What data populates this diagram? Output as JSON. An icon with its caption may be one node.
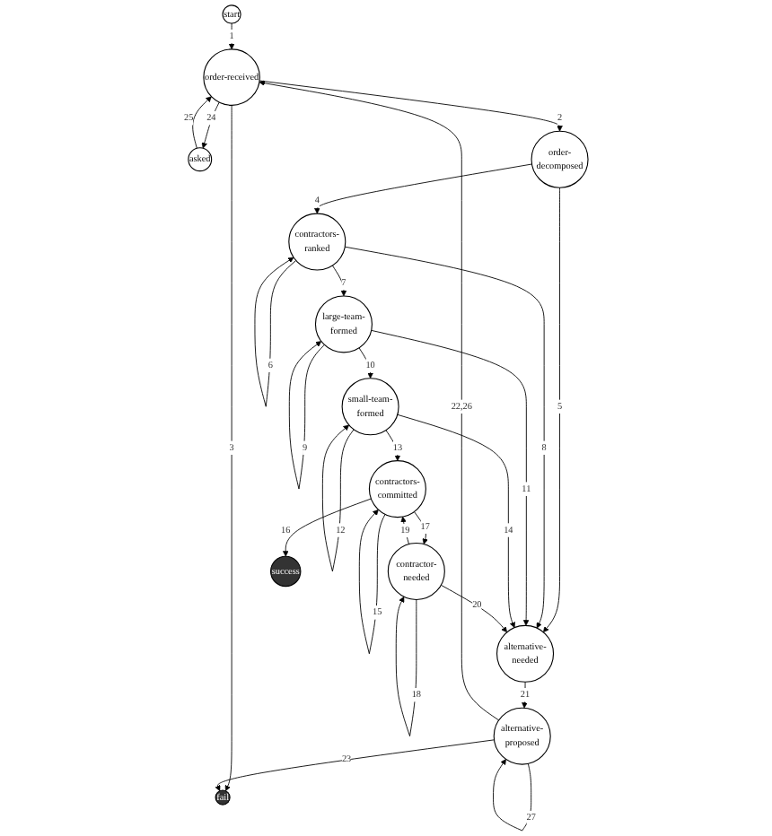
{
  "diagram": {
    "nodes": [
      {
        "text": [
          "start"
        ]
      },
      {
        "text": [
          "asked"
        ]
      },
      {
        "text": [
          "fail"
        ]
      },
      {
        "text": [
          "order-received"
        ]
      },
      {
        "text": [
          "alternative-proposed"
        ]
      },
      {
        "text": [
          "order-decomposed"
        ]
      },
      {
        "text": [
          "contractors-ranked"
        ]
      },
      {
        "text": [
          "alternative-needed"
        ]
      },
      {
        "text": [
          "large-team-formed"
        ]
      },
      {
        "text": [
          "small-team-formed"
        ]
      },
      {
        "text": [
          "contractors-committed"
        ]
      },
      {
        "text": [
          "contractor-needed"
        ]
      },
      {
        "text": [
          "success"
        ]
      }
    ],
    "edges": [
      {
        "from": 0,
        "to": 3,
        "arrow": "to",
        "label": "1"
      },
      {
        "from": 3,
        "to": 5,
        "arrow": "to",
        "label": "2"
      },
      {
        "from": 3,
        "to": 2,
        "arrow": "to",
        "label": "3"
      },
      {
        "from": 5,
        "to": 6,
        "arrow": "to",
        "label": "4"
      },
      {
        "from": 5,
        "to": 7,
        "arrow": "to",
        "label": "5"
      },
      {
        "from": 6,
        "to": 6,
        "arrow": "to",
        "label": "6"
      },
      {
        "from": 6,
        "to": 8,
        "arrow": "to",
        "label": "7"
      },
      {
        "from": 6,
        "to": 7,
        "arrow": "to",
        "label": "8"
      },
      {
        "from": 8,
        "to": 8,
        "arrow": "to",
        "label": "9"
      },
      {
        "from": 8,
        "to": 9,
        "arrow": "to",
        "label": "10"
      },
      {
        "from": 8,
        "to": 7,
        "arrow": "to",
        "label": "11"
      },
      {
        "from": 9,
        "to": 9,
        "arrow": "to",
        "label": "12"
      },
      {
        "from": 9,
        "to": 10,
        "arrow": "to",
        "label": "13"
      },
      {
        "from": 9,
        "to": 7,
        "arrow": "to",
        "label": "14"
      },
      {
        "from": 10,
        "to": 10,
        "arrow": "to",
        "label": "15"
      },
      {
        "from": 10,
        "to": 12,
        "arrow": "to",
        "label": "16"
      },
      {
        "from": 10,
        "to": 11,
        "arrow": "to",
        "label": "17"
      },
      {
        "from": 11,
        "to": 11,
        "arrow": "to",
        "label": "18"
      },
      {
        "from": 11,
        "to": 10,
        "arrow": "to",
        "label": "19"
      },
      {
        "from": 11,
        "to": 7,
        "arrow": "to",
        "label": "20"
      },
      {
        "from": 7,
        "to": 4,
        "arrow": "to",
        "label": "21"
      },
      {
        "from": 4,
        "to": 3,
        "arrow": "to",
        "label": "22,26"
      },
      {
        "from": 4,
        "to": 2,
        "arrow": "to",
        "label": "23"
      },
      {
        "from": 3,
        "to": 1,
        "arrow": "to",
        "label": "24"
      },
      {
        "from": 1,
        "to": 3,
        "arrow": "to",
        "label": "25"
      },
      {
        "from": 4,
        "to": 4,
        "arrow": "to",
        "label": "27"
      }
    ]
  }
}
